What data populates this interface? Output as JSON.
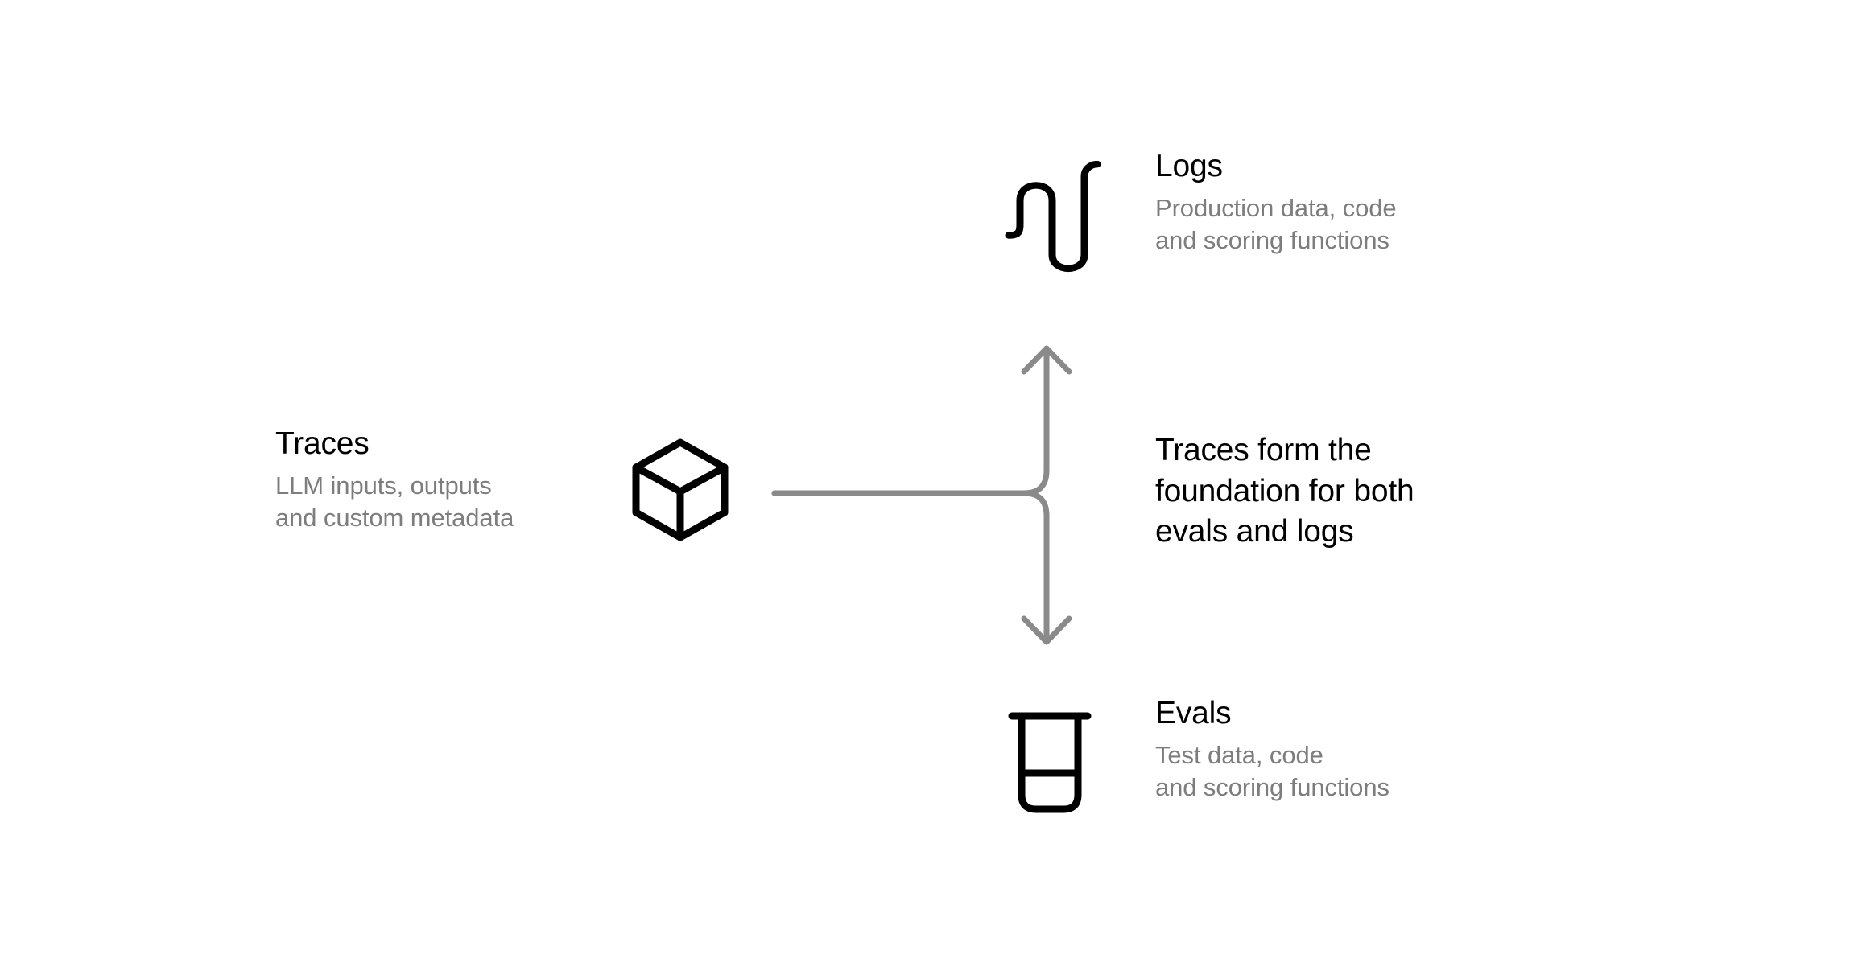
{
  "diagram": {
    "background_color": "#ffffff",
    "title_color": "#000000",
    "subtitle_color": "#7d7d7d",
    "connector_color": "#8a8a8a",
    "nodes": {
      "logs": {
        "title": "Logs",
        "subtitle_line1": "Production data, code",
        "subtitle_line2": "and scoring functions",
        "icon": "waveform-icon"
      },
      "traces": {
        "title": "Traces",
        "subtitle_line1": "LLM inputs, outputs",
        "subtitle_line2": "and custom metadata",
        "icon": "cube-icon"
      },
      "evals": {
        "title": "Evals",
        "subtitle_line1": "Test data, code",
        "subtitle_line2": "and scoring functions",
        "icon": "beaker-icon"
      }
    },
    "statement": {
      "line1": "Traces form the",
      "line2": "foundation for both",
      "line3": "evals and logs"
    }
  }
}
